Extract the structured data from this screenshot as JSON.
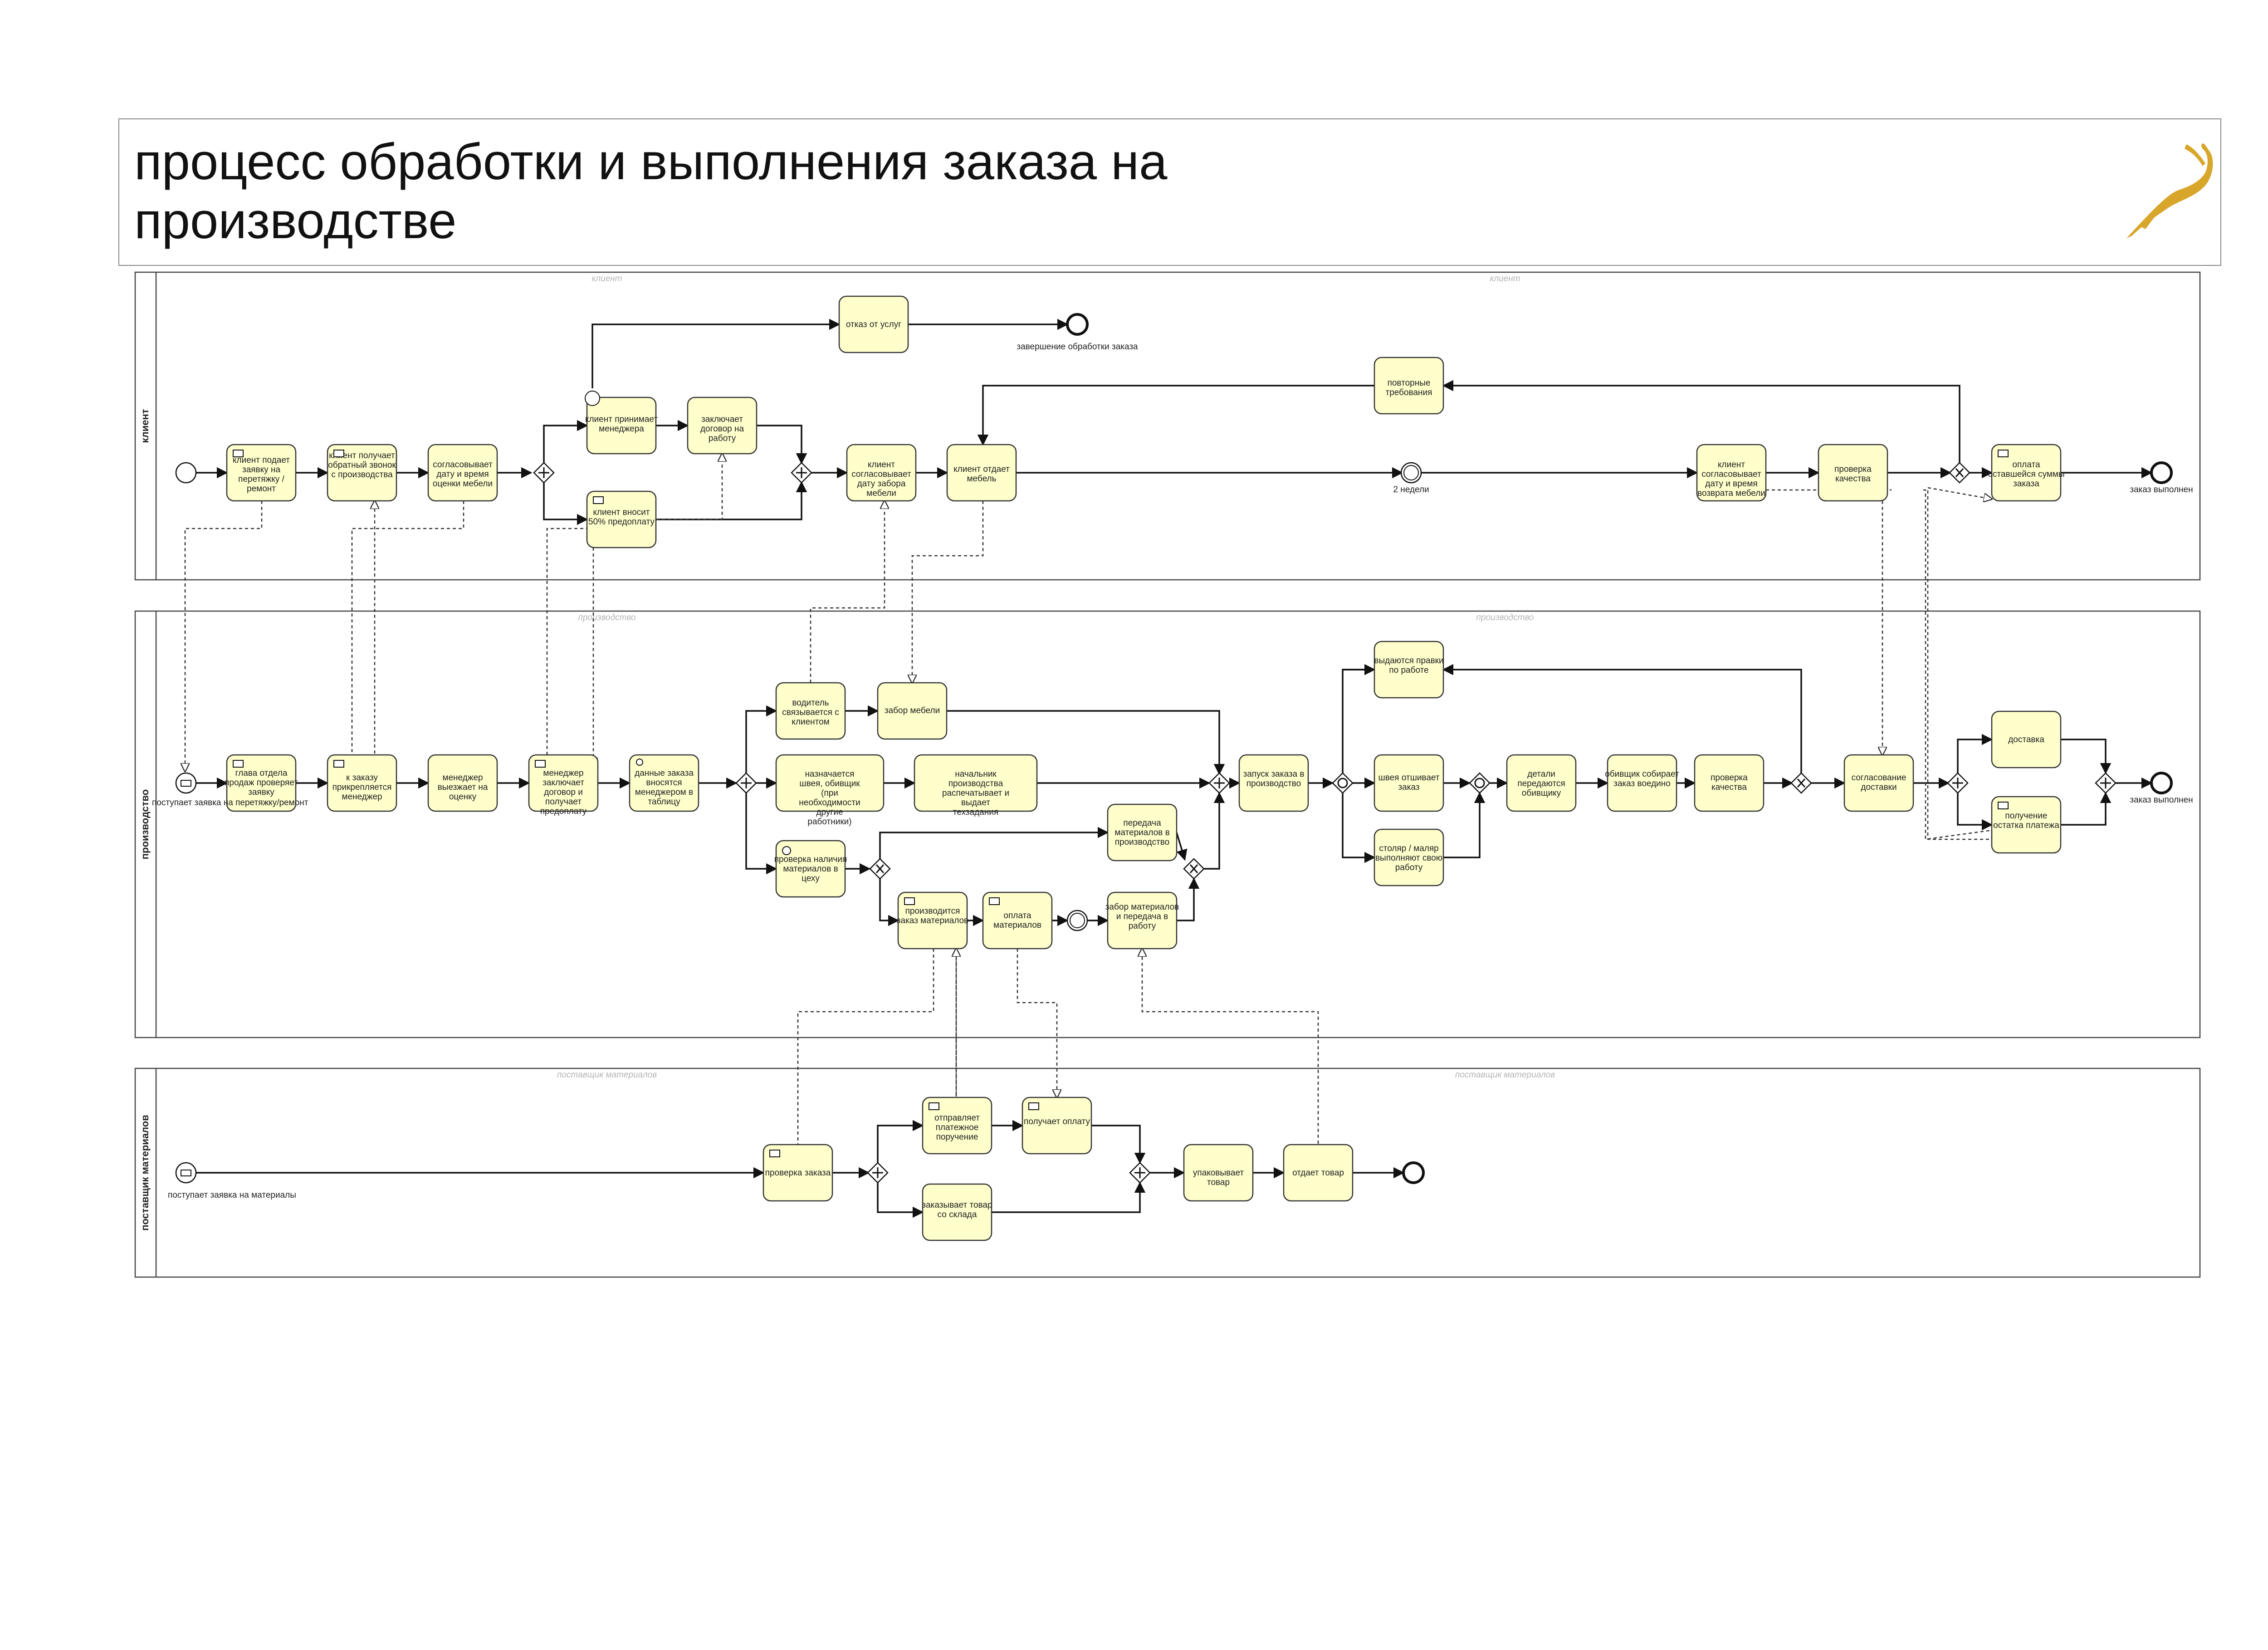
{
  "title": {
    "line1": "процесс обработки и выполнения заказа на",
    "line2": "производстве",
    "logo": "antelope-logo",
    "logo_color": "#d8a62a"
  },
  "colors": {
    "task_fill": "#ffffcc",
    "stroke": "#111111",
    "watermark": "#b5b5b5",
    "logo": "#d8a62a"
  },
  "pools": {
    "client": {
      "label": "клиент",
      "watermark": "клиент",
      "tasks": {
        "submit_request": "клиент подает заявку на перетяжку / ремонт",
        "callback": "клиент получает обратный звонок с производства",
        "agree_date": "согласовывает дату и время оценки мебели",
        "accept_manager": "клиент принимает менеджера",
        "sign_contract": "заключает договор на работу",
        "prepay": "клиент вносит 50% предоплату",
        "refuse": "отказ от услуг",
        "agree_pickup": "клиент согласовывает дату забора мебели",
        "give_furniture": "клиент отдает мебель",
        "repeat_req": "повторные требования",
        "agree_return": "клиент согласовывает дату и время возврата мебели",
        "quality_check": "проверка качества",
        "pay_rest": "оплата оставшейся суммы заказа"
      },
      "events": {
        "end_processing": "завершение обработки заказа",
        "two_weeks": "2 недели",
        "order_done": "заказ выполнен"
      }
    },
    "production": {
      "label": "производство",
      "watermark": "производство",
      "tasks": {
        "head_checks": "глава отдела продаж проверяет заявку",
        "assign_manager": "к заказу прикрепляется менеджер",
        "manager_visit": "менеджер выезжает на оценку",
        "manager_contract": "менеджер заключает договор и получает предоплату",
        "enter_table": "данные заказа вносятся менеджером в таблицу",
        "driver_contacts": "водитель связывается с клиентом",
        "pickup": "забор мебели",
        "assign_workers": "назначается швея, обивщик (при необходимости другие работники)",
        "chief_prints": "начальник производства распечатывает и выдает техзадания",
        "check_materials": "проверка наличия материалов в цеху",
        "transfer_materials": "передача материалов в производство",
        "order_materials": "производится заказ материалов",
        "pay_materials": "оплата материалов",
        "collect_materials": "забор материалов и передача в работу",
        "launch": "запуск заказа в производство",
        "corrections": "выдаются правки по работе",
        "seamstress": "швея отшивает заказ",
        "carpenter": "столяр / маляр выполняют свою работу",
        "parts_to_upholsterer": "детали передаются обивщику",
        "upholsterer_assembles": "обивщик собирает заказ воедино",
        "quality": "проверка качества",
        "agree_delivery": "согласование доставки",
        "delivery": "доставка",
        "receive_rest": "получение остатка платежа"
      },
      "events": {
        "order_received": "поступает заявка на перетяжку/ремонт",
        "order_done": "заказ выполнен"
      }
    },
    "supplier": {
      "label": "поставщик материалов",
      "watermark": "поставщик материалов",
      "tasks": {
        "check_order": "проверка заказа",
        "send_invoice": "отправляет платежное поручение",
        "receive_payment": "получает оплату",
        "order_from_stock": "заказывает товар со склада",
        "pack": "упаковывает товар",
        "ship": "отдает товар"
      },
      "events": {
        "order_received": "поступает заявка на материалы"
      }
    }
  }
}
